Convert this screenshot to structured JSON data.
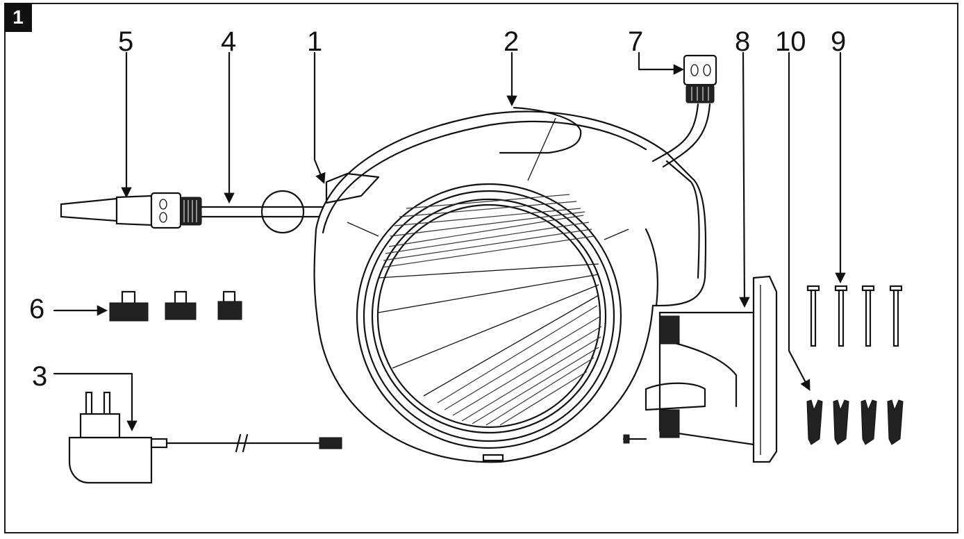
{
  "figure_number": "1",
  "callouts": {
    "c1": "1",
    "c2": "2",
    "c3": "3",
    "c4": "4",
    "c5": "5",
    "c6": "6",
    "c7": "7",
    "c8": "8",
    "c9": "9",
    "c10": "10"
  }
}
